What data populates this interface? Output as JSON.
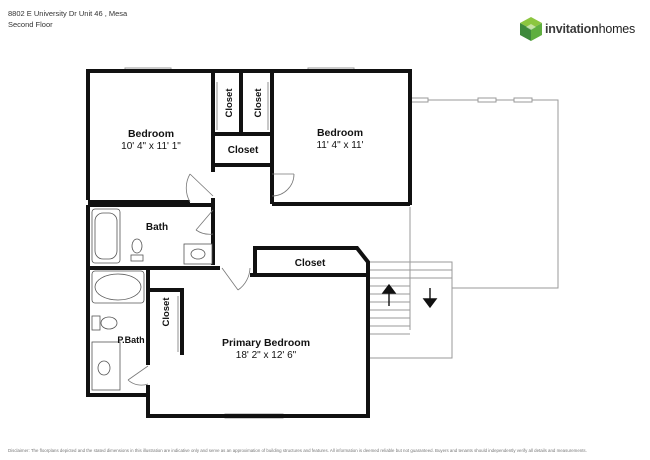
{
  "header": {
    "address": "8802 E University Dr Unit 46 , Mesa",
    "floor": "Second Floor"
  },
  "logo": {
    "word_a": "invitation",
    "word_b": "homes",
    "colors": {
      "dark_green": "#3f8a3c",
      "light_green": "#8cc63f",
      "gray": "#3a3a3a"
    }
  },
  "rooms": {
    "bedroom_1": {
      "name": "Bedroom",
      "dims": "10' 4\" x 11' 1\""
    },
    "bedroom_2": {
      "name": "Bedroom",
      "dims": "11' 4\" x 11'"
    },
    "closet_a": "Closet",
    "closet_b": "Closet",
    "closet_c": "Closet",
    "closet_d": "Closet",
    "closet_e": "Closet",
    "bath": "Bath",
    "p_bath": "P.Bath",
    "primary": {
      "name": "Primary Bedroom",
      "dims": "18' 2\" x 12' 6\""
    }
  },
  "disclaimer": "Disclaimer: The floorplans depicted and the stated dimensions in this illustration are indicative only and serve as an approximation of building structures and features. All information is deemed reliable but not guaranteed. Buyers and tenants should independently verify all details and measurements."
}
